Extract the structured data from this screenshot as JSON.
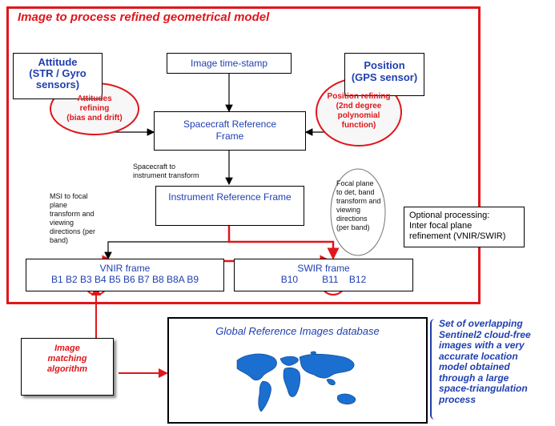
{
  "frame_title": "Image to process refined geometrical model",
  "nodes": {
    "attitude": "Attitude\n(STR / Gyro\nsensors)",
    "timestamp": "Image time-stamp",
    "position": "Position\n(GPS sensor)",
    "attitudes_refining": "Attitudes\nrefining\n(bias and drift)",
    "position_refining": "Position refining\n(2nd degree\npolynomial\nfunction)",
    "spacecraft_frame": "Spacecraft Reference\nFrame",
    "instrument_frame": "Instrument Reference Frame",
    "vnir_title": "VNIR frame",
    "vnir_bands": "B1 B2 B3 B4 B5 B6 B7 B8 B8A B9",
    "swir_title": "SWIR frame",
    "swir_b10": "B10",
    "swir_b11": "B11",
    "swir_b12": "B12",
    "global_ref_title": "Global Reference Images database",
    "image_matching": "Image\nmatching\nalgorithm"
  },
  "labels": {
    "sc_to_instr": "Spacecraft to\ninstrument transform",
    "msi_to_focal": "MSI to focal\nplane\ntransform and\nviewing\ndirections (per\nband)",
    "focal_to_det": "Focal plane\nto det, band\ntransform and\nviewing\ndirections\n(per band)",
    "optional": "Optional processing:\nInter focal plane\nrefinement (VNIR/SWIR)",
    "set_overlap": "Set of overlapping\nSentinel2 cloud-free\nimages with a very\naccurate location\nmodel obtained\nthrough a large\nspace-triangulation\nprocess"
  },
  "colors": {
    "accent_red": "#e0161b",
    "text_blue": "#1f3fb0",
    "map_blue": "#1a6fd0"
  },
  "icons": {
    "world_map": "world-map-icon"
  }
}
